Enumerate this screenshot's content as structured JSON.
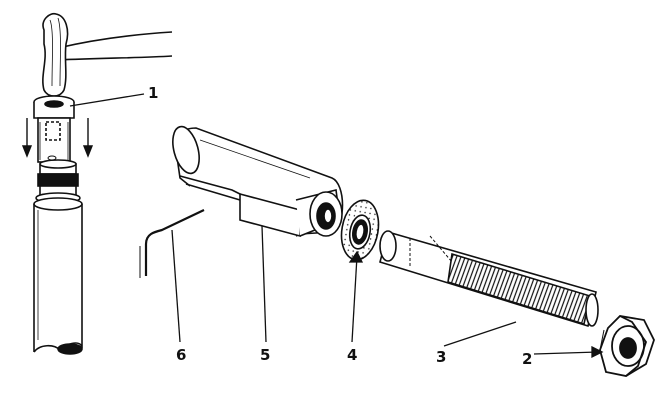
{
  "diagram": {
    "callouts": {
      "n1": "1",
      "n2": "2",
      "n3": "3",
      "n4": "4",
      "n5": "5",
      "n6": "6"
    },
    "colors": {
      "ink": "#111111",
      "paper": "#ffffff"
    }
  }
}
